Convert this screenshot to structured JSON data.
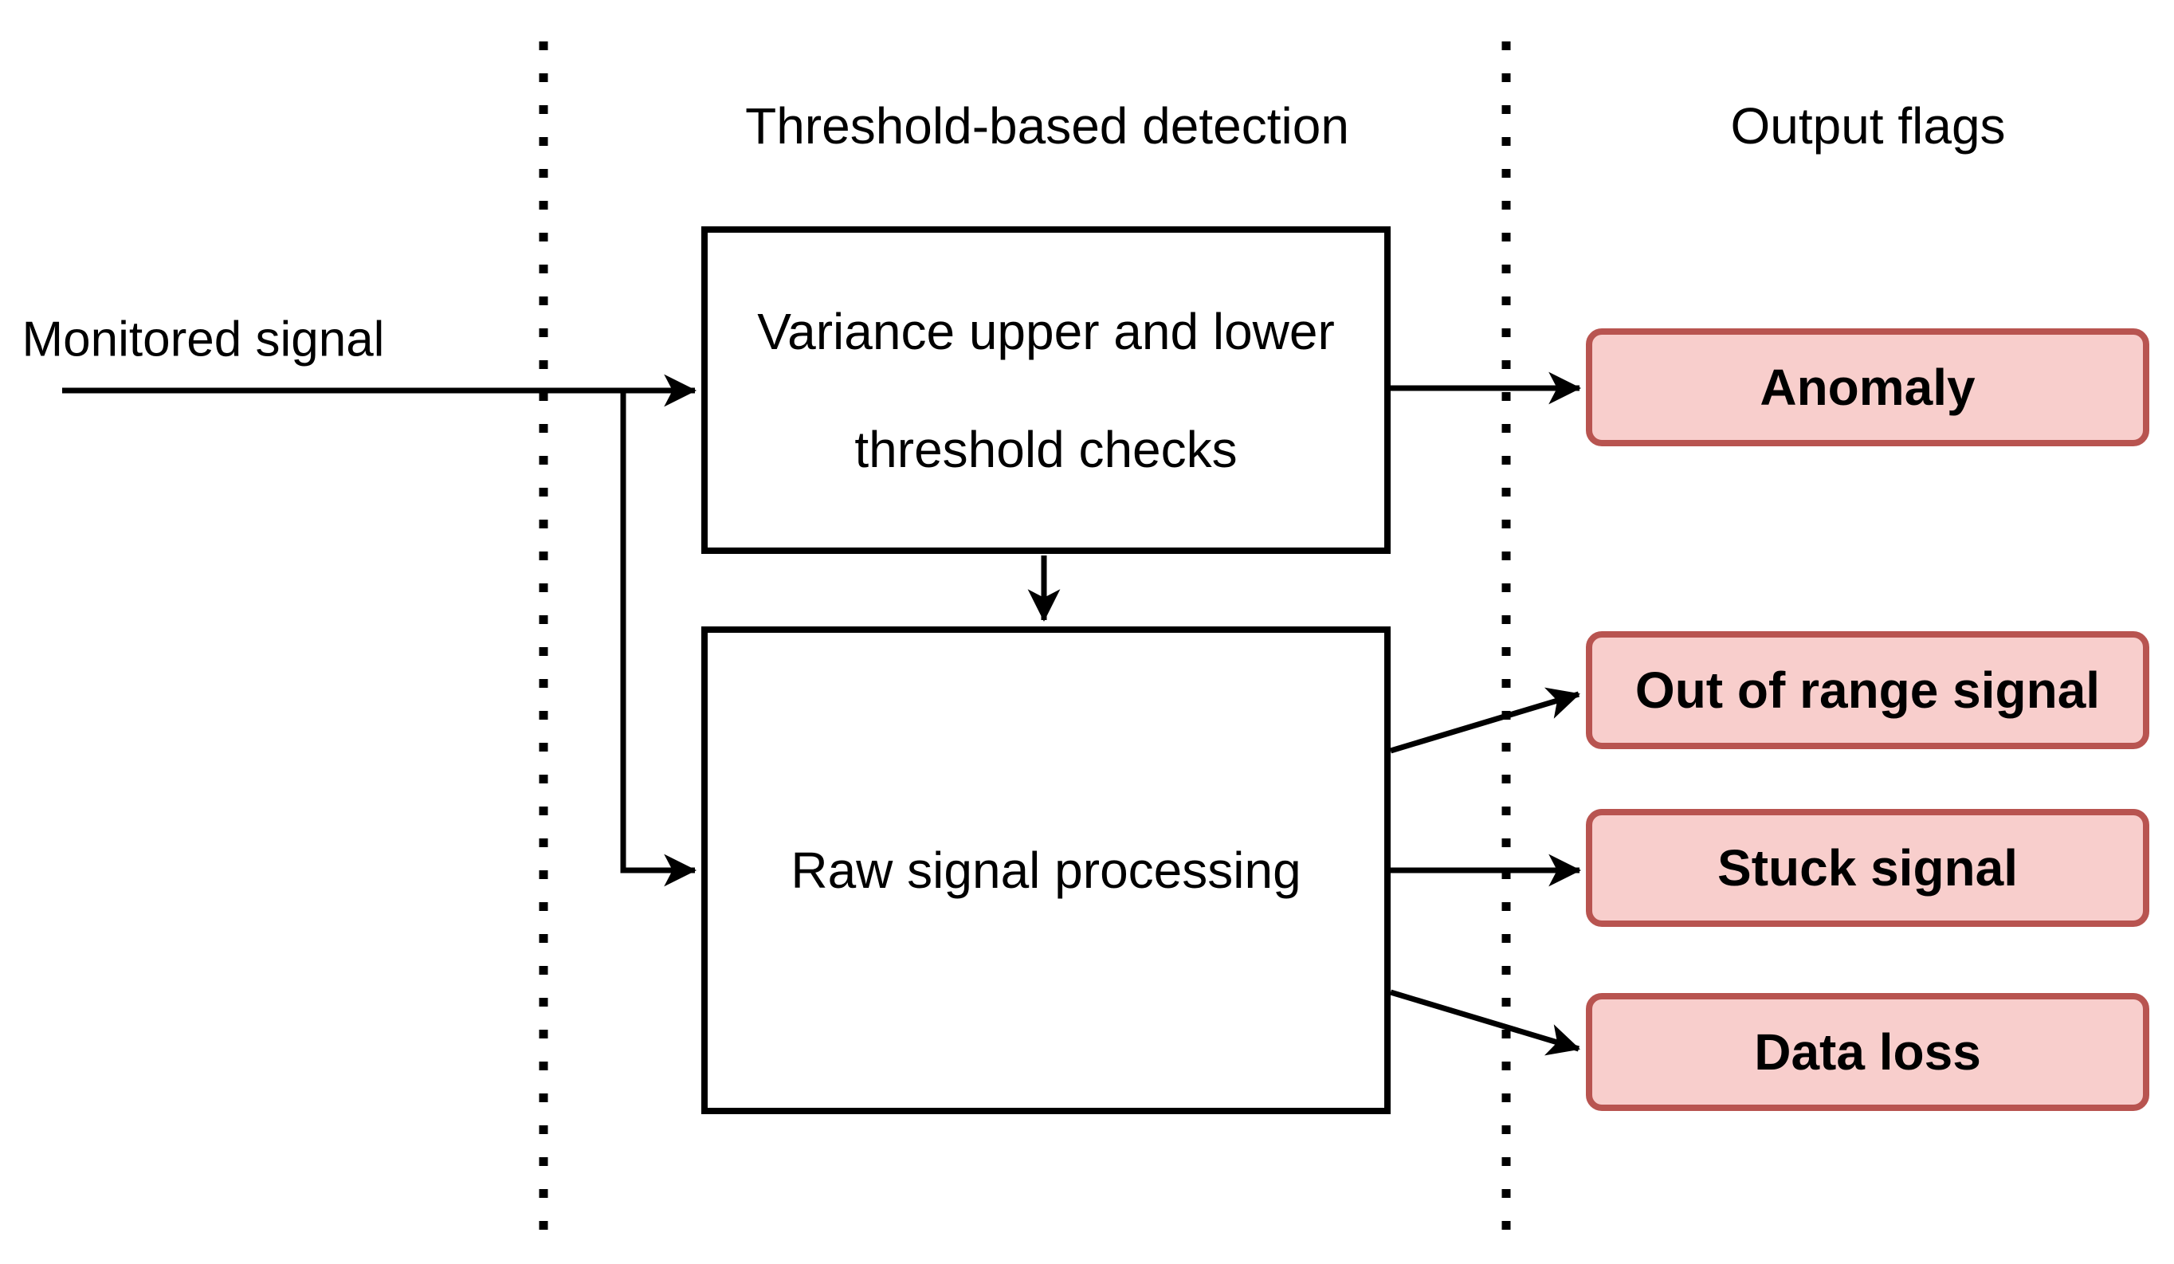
{
  "diagram": {
    "lanes": {
      "detection_title": "Threshold-based detection",
      "output_title": "Output flags"
    },
    "input": {
      "label": "Monitored signal"
    },
    "process_boxes": {
      "variance": {
        "label_line1": "Variance upper and lower",
        "label_line2": "threshold checks"
      },
      "raw": {
        "label": "Raw signal processing"
      }
    },
    "output_flags": [
      {
        "label": "Anomaly"
      },
      {
        "label": "Out of range signal"
      },
      {
        "label": "Stuck signal"
      },
      {
        "label": "Data loss"
      }
    ],
    "colors": {
      "flag_fill": "#f8cecc",
      "flag_border": "#b85450",
      "line_color": "#000000",
      "background": "#ffffff"
    }
  }
}
